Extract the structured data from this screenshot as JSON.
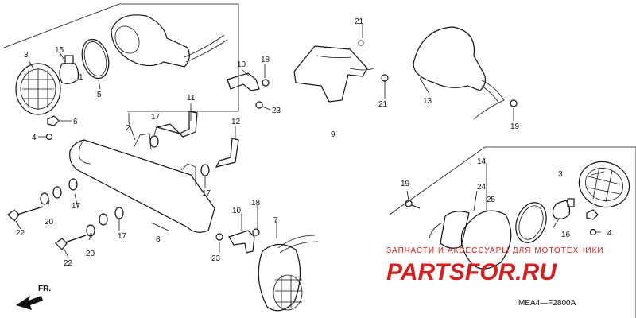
{
  "diagram_code": "MEA4—F2800A",
  "direction_label": "FR.",
  "watermark": {
    "tagline": "ЗАПЧАСТИ И АКСЕССУАРЫ ДЛЯ МОТОТЕХНИКИ",
    "brand": "PARTSFOR.RU",
    "color": "#d42020"
  },
  "callouts": {
    "c1": "1",
    "c2": "2",
    "c3a": "3",
    "c3b": "3",
    "c4a": "4",
    "c4b": "4",
    "c5": "5",
    "c6": "6",
    "c7": "7",
    "c8": "8",
    "c9": "9",
    "c10a": "10",
    "c10b": "10",
    "c11": "11",
    "c12": "12",
    "c13": "13",
    "c14": "14",
    "c15": "15",
    "c16": "16",
    "c17a": "17",
    "c17b": "17",
    "c17c": "17",
    "c17d": "17",
    "c18a": "18",
    "c18b": "18",
    "c19a": "19",
    "c19b": "19",
    "c20a": "20",
    "c20b": "20",
    "c21a": "21",
    "c21b": "21",
    "c22a": "22",
    "c22b": "22",
    "c23a": "23",
    "c23b": "23",
    "c24": "24",
    "c25": "25"
  }
}
